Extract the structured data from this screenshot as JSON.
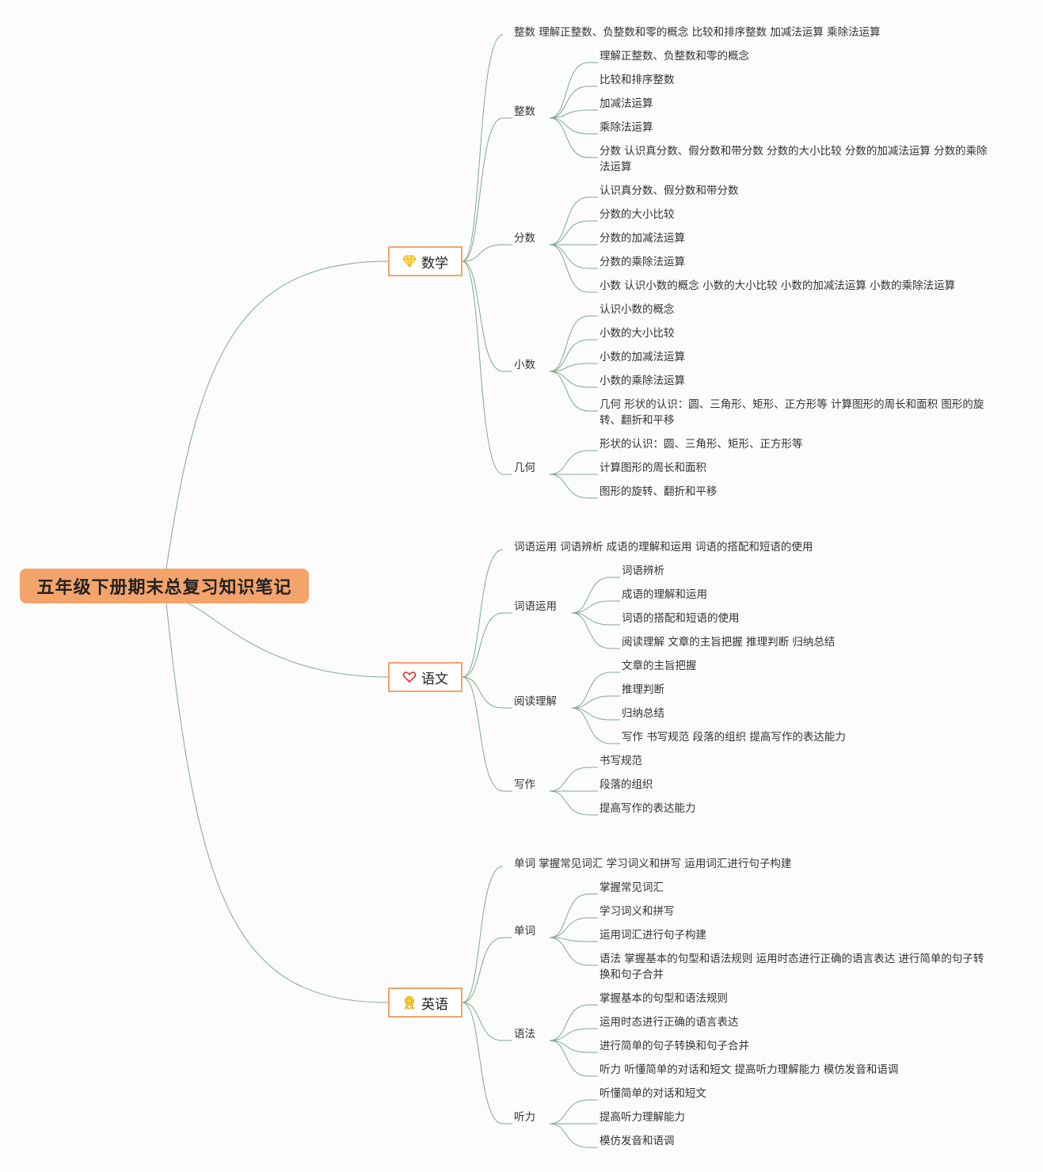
{
  "title": "五年级下册期末总复习知识笔记",
  "branches": [
    {
      "label": "数学",
      "icon": "diamond-icon",
      "summary": "整数 理解正整数、负整数和零的概念 比较和排序整数 加减法运算 乘除法运算",
      "groups": [
        {
          "label": "整数",
          "items": [
            "理解正整数、负整数和零的概念",
            "比较和排序整数",
            "加减法运算",
            "乘除法运算",
            "分数 认识真分数、假分数和带分数 分数的大小比较 分数的加减法运算 分数的乘除法运算"
          ]
        },
        {
          "label": "分数",
          "items": [
            "认识真分数、假分数和带分数",
            "分数的大小比较",
            "分数的加减法运算",
            "分数的乘除法运算",
            "小数 认识小数的概念 小数的大小比较 小数的加减法运算 小数的乘除法运算"
          ]
        },
        {
          "label": "小数",
          "items": [
            "认识小数的概念",
            "小数的大小比较",
            "小数的加减法运算",
            "小数的乘除法运算",
            "几何 形状的认识：圆、三角形、矩形、正方形等 计算图形的周长和面积 图形的旋转、翻折和平移"
          ]
        },
        {
          "label": "几何",
          "items": [
            "形状的认识：圆、三角形、矩形、正方形等",
            "计算图形的周长和面积",
            "图形的旋转、翻折和平移"
          ]
        }
      ]
    },
    {
      "label": "语文",
      "icon": "heart-icon",
      "summary": "词语运用 词语辨析 成语的理解和运用 词语的搭配和短语的使用",
      "groups": [
        {
          "label": "词语运用",
          "items": [
            "词语辨析",
            "成语的理解和运用",
            "词语的搭配和短语的使用",
            "阅读理解 文章的主旨把握 推理判断 归纳总结"
          ]
        },
        {
          "label": "阅读理解",
          "items": [
            "文章的主旨把握",
            "推理判断",
            "归纳总结",
            "写作 书写规范 段落的组织 提高写作的表达能力"
          ]
        },
        {
          "label": "写作",
          "items": [
            "书写规范",
            "段落的组织",
            "提高写作的表达能力"
          ]
        }
      ]
    },
    {
      "label": "英语",
      "icon": "award-icon",
      "summary": "单词 掌握常见词汇 学习词义和拼写 运用词汇进行句子构建",
      "groups": [
        {
          "label": "单词",
          "items": [
            "掌握常见词汇",
            "学习词义和拼写",
            "运用词汇进行句子构建",
            "语法 掌握基本的句型和语法规则 运用时态进行正确的语言表达 进行简单的句子转换和句子合并"
          ]
        },
        {
          "label": "语法",
          "items": [
            "掌握基本的句型和语法规则",
            "运用时态进行正确的语言表达",
            "进行简单的句子转换和句子合并",
            "听力 听懂简单的对话和短文 提高听力理解能力 模仿发音和语调"
          ]
        },
        {
          "label": "听力",
          "items": [
            "听懂简单的对话和短文",
            "提高听力理解能力",
            "模仿发音和语调"
          ]
        }
      ]
    }
  ]
}
